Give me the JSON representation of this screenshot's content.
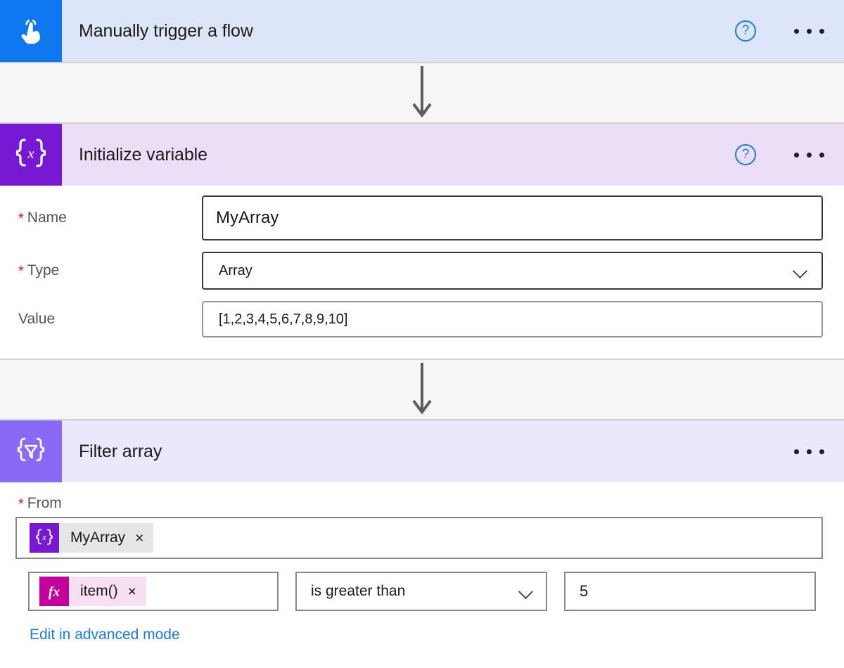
{
  "flow": {
    "steps": [
      {
        "id": "trigger",
        "title": "Manually trigger a flow",
        "icon": "tap-hand-icon",
        "has_help": true,
        "has_menu": true,
        "header_bg": "#dce6f8",
        "tile_bg": "#0f78f0"
      },
      {
        "id": "initialize-variable",
        "title": "Initialize variable",
        "icon": "variable-braces-icon",
        "has_help": true,
        "has_menu": true,
        "header_bg": "#eddef7",
        "tile_bg": "#7719d3"
      },
      {
        "id": "filter-array",
        "title": "Filter array",
        "icon": "filter-funnel-braces-icon",
        "has_help": false,
        "has_menu": true,
        "header_bg": "#ece8fc",
        "tile_bg": "#8a69f7"
      }
    ]
  },
  "initialize_variable": {
    "fields": [
      {
        "label": "Name",
        "required": true,
        "value": "MyArray"
      },
      {
        "label": "Type",
        "required": true,
        "value": "Array",
        "control": "dropdown"
      },
      {
        "label": "Value",
        "required": false,
        "value": "[1,2,3,4,5,6,7,8,9,10]"
      }
    ]
  },
  "filter_array": {
    "from_label": "From",
    "from_required": true,
    "from_token": {
      "icon": "variable-braces-icon",
      "label": "MyArray",
      "remove": "×"
    },
    "condition": {
      "left_token": {
        "icon": "function-fx-icon",
        "label": "item()",
        "remove": "×"
      },
      "operator": "is greater than",
      "value": "5"
    },
    "advanced_link": "Edit in advanced mode"
  },
  "icons": {
    "help": "?",
    "menu_dots": "•••",
    "chevron_down": "chevron-down-icon",
    "arrow_down": "arrow-down-icon"
  },
  "colors": {
    "trigger_blue": "#0f78f0",
    "variable_purple": "#7719d3",
    "filter_violet": "#8a69f7",
    "function_magenta": "#c3009a",
    "link_blue": "#1a7ae8",
    "required_red": "#e81123"
  }
}
